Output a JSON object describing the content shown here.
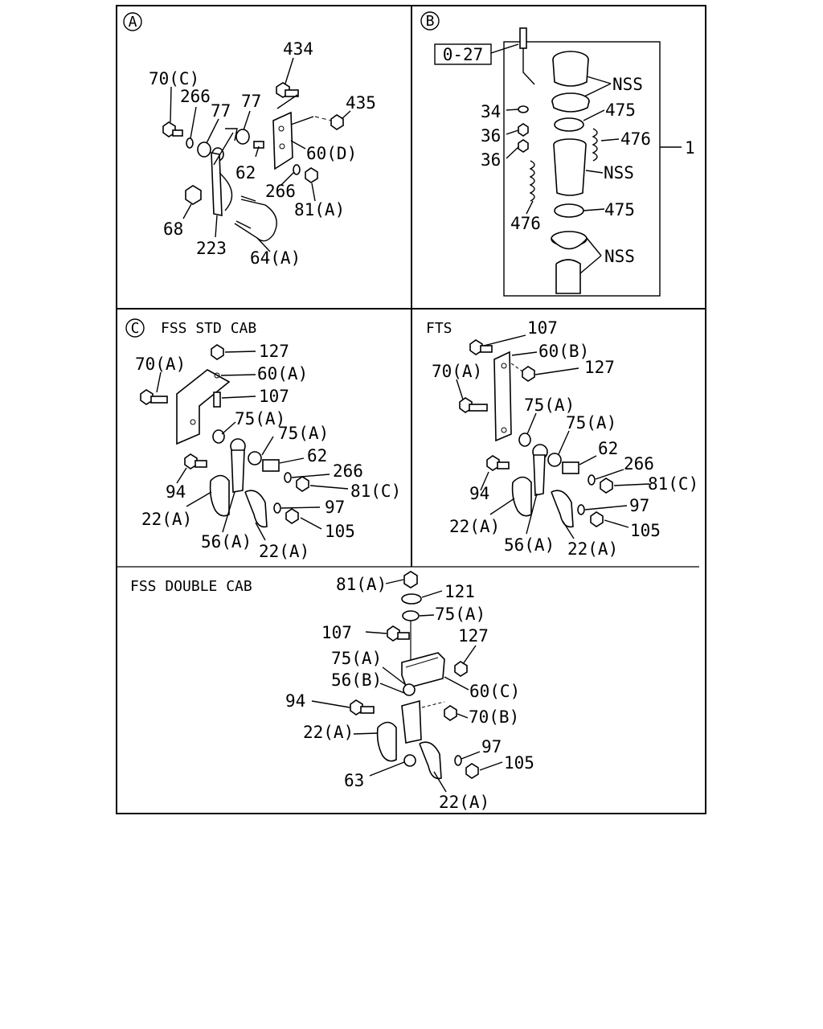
{
  "sections": {
    "a": {
      "marker": "A"
    },
    "b": {
      "marker": "B",
      "ref_box": "0-27"
    },
    "c": {
      "marker": "C",
      "title": "FSS STD CAB"
    },
    "d": {
      "title": "FTS"
    },
    "e": {
      "title": "FSS DOUBLE CAB"
    }
  },
  "labels": {
    "a": [
      "434",
      "70(C)",
      "266",
      "77",
      "77",
      "435",
      "60(D)",
      "62",
      "266",
      "81(A)",
      "68",
      "223",
      "64(A)"
    ],
    "b": [
      "NSS",
      "34",
      "475",
      "36",
      "476",
      "1",
      "36",
      "NSS",
      "476",
      "475",
      "NSS"
    ],
    "c": [
      "127",
      "70(A)",
      "60(A)",
      "107",
      "75(A)",
      "75(A)",
      "62",
      "266",
      "94",
      "81(C)",
      "97",
      "22(A)",
      "105",
      "56(A)",
      "22(A)"
    ],
    "d": [
      "107",
      "60(B)",
      "70(A)",
      "127",
      "75(A)",
      "75(A)",
      "62",
      "266",
      "94",
      "81(C)",
      "97",
      "22(A)",
      "105",
      "56(A)",
      "22(A)"
    ],
    "e": [
      "81(A)",
      "121",
      "75(A)",
      "107",
      "127",
      "75(A)",
      "56(B)",
      "60(C)",
      "94",
      "70(B)",
      "22(A)",
      "97",
      "105",
      "63",
      "22(A)"
    ]
  }
}
